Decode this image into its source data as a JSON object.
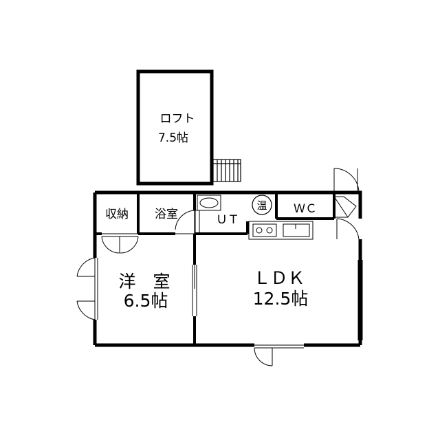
{
  "rooms": {
    "loft": {
      "line1": "ロフト",
      "line2": "7.5帖"
    },
    "storage": {
      "label": "収納"
    },
    "bath": {
      "label": "浴室"
    },
    "utility": {
      "label": "ＵＴ"
    },
    "water_heater": {
      "label": "温"
    },
    "toilet": {
      "label": "ＷＣ"
    },
    "western_room": {
      "line1": "洋　室",
      "line2": "6.5帖"
    },
    "ldk": {
      "line1": "ＬＤＫ",
      "line2": "12.5帖"
    }
  },
  "colors": {
    "wall": "#000000",
    "background": "#ffffff",
    "fixture": "#555555"
  }
}
